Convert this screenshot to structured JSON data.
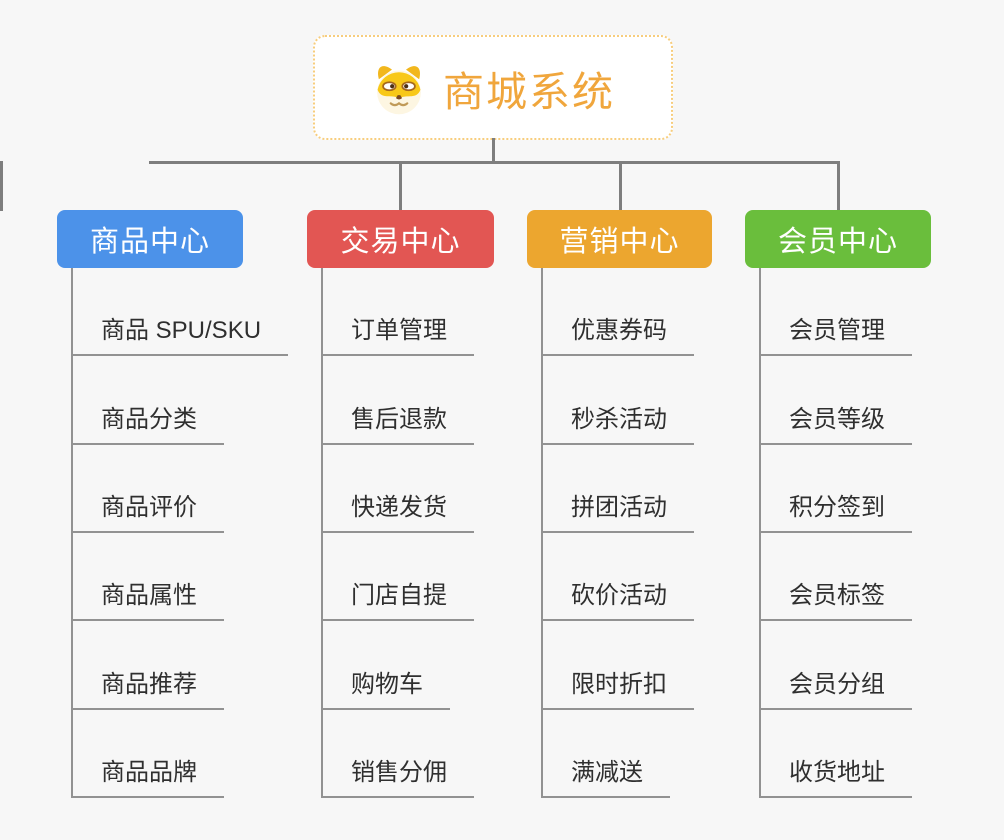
{
  "root": {
    "title": "商城系统",
    "icon": "dog-icon"
  },
  "branches": [
    {
      "label": "商品中心",
      "color": "#4c92e9",
      "children": [
        "商品 SPU/SKU",
        "商品分类",
        "商品评价",
        "商品属性",
        "商品推荐",
        "商品品牌"
      ]
    },
    {
      "label": "交易中心",
      "color": "#e25653",
      "children": [
        "订单管理",
        "售后退款",
        "快递发货",
        "门店自提",
        "购物车",
        "销售分佣"
      ]
    },
    {
      "label": "营销中心",
      "color": "#eca62f",
      "children": [
        "优惠券码",
        "秒杀活动",
        "拼团活动",
        "砍价活动",
        "限时折扣",
        "满减送"
      ]
    },
    {
      "label": "会员中心",
      "color": "#6abe3c",
      "children": [
        "会员管理",
        "会员等级",
        "积分签到",
        "会员标签",
        "会员分组",
        "收货地址"
      ]
    }
  ],
  "colors": {
    "canvas_bg": "#f7f7f7",
    "connector": "#7e7e7e",
    "child_line": "#929292",
    "root_border": "#f7cd7d",
    "root_text": "#f0a63c",
    "child_text": "#2f2f2f",
    "node_text": "#ffffff"
  }
}
